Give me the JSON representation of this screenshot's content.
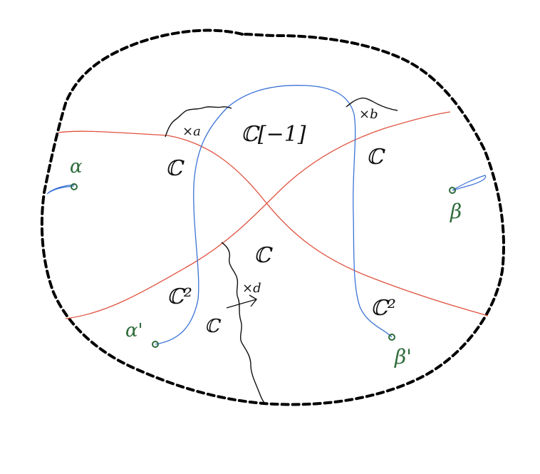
{
  "colors": {
    "boundary": "#000000",
    "red_curves": "#e0523f",
    "blue_curve": "#3b73d6",
    "green_marks": "#2e6b3a",
    "ink": "#111111",
    "background": "#ffffff"
  },
  "labels": {
    "center_top": "ℂ[−1]",
    "upper_left": "ℂ",
    "upper_right": "ℂ",
    "center": "ℂ",
    "lower_left": "ℂ²",
    "lower_right": "ℂ²",
    "lower_center": "ℂ",
    "xa": "×a",
    "xb": "×b",
    "xd": "×d",
    "alpha": "α",
    "beta": "β",
    "alpha_prime": "α'",
    "beta_prime": "β'"
  }
}
